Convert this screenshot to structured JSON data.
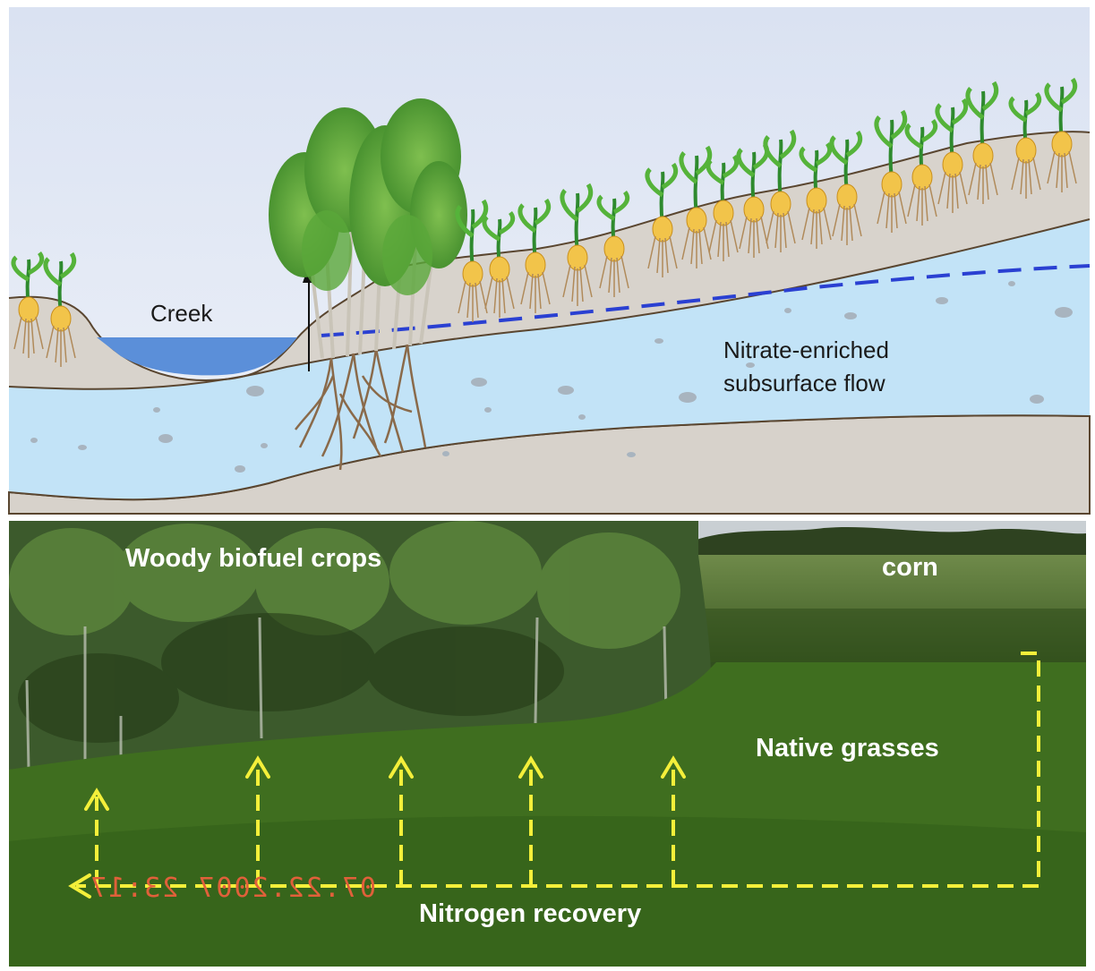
{
  "diagram": {
    "creek_label": "Creek",
    "flow_label_line1": "Nitrate-enriched",
    "flow_label_line2": "subsurface flow"
  },
  "photo": {
    "woody_label": "Woody  biofuel crops",
    "corn_label": "corn",
    "grasses_label": "Native grasses",
    "recovery_label": "Nitrogen recovery",
    "date_stamp": "07.22.2007 23:17"
  },
  "colors": {
    "sky": "#dfe6f4",
    "soil": "#d8d3cc",
    "water": "#bfe0f5",
    "creek": "#5a8fd8",
    "water_table": "#2a3fd1",
    "arrow_yellow": "#f4ef3a",
    "grass": "#3d6a1e"
  }
}
